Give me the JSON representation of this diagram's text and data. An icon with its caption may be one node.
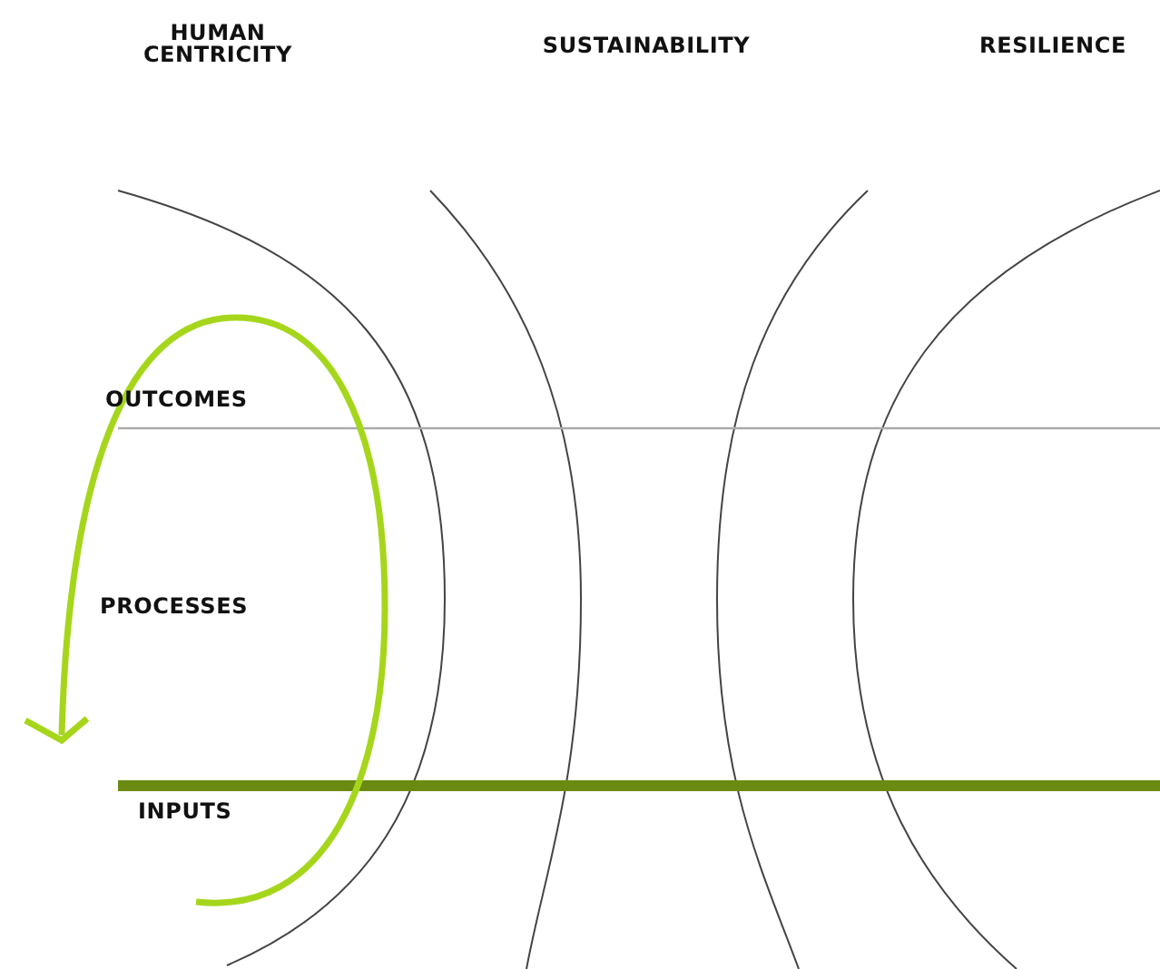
{
  "diagram": {
    "labels": [
      "HUMAN CENTRICITY",
      "SUSTAINABILITY",
      "RESILIENCE",
      "OUTCOMES",
      "PROCESSES",
      "INPUTS"
    ]
  }
}
